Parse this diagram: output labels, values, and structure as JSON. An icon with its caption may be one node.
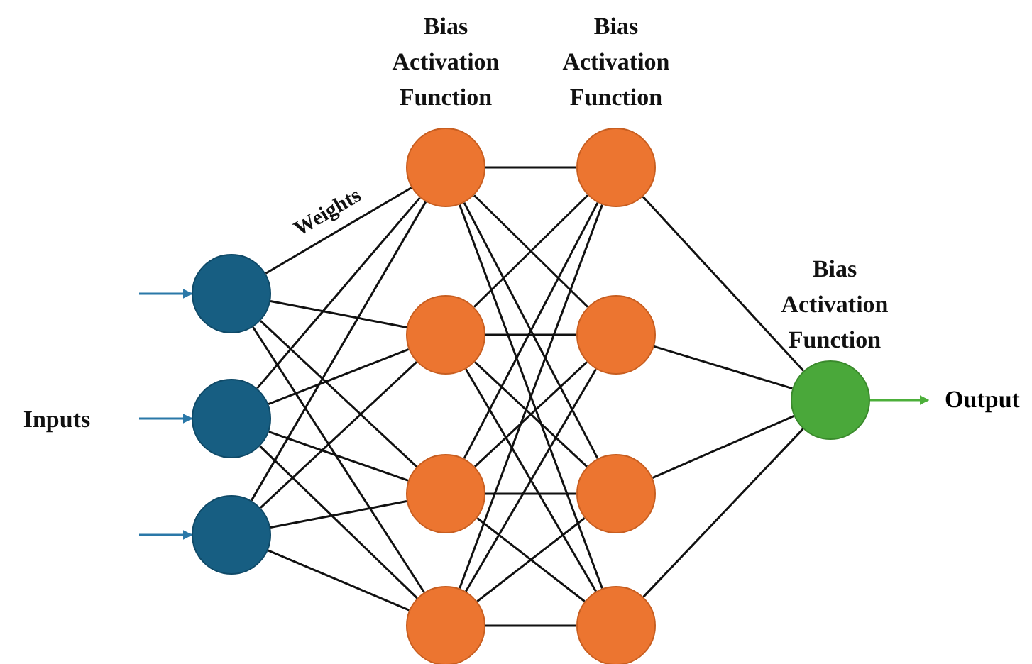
{
  "diagram": {
    "nodes": [
      {
        "text": [],
        "shape": "circle"
      },
      {
        "text": [],
        "shape": "circle"
      },
      {
        "text": [],
        "shape": "circle"
      },
      {
        "text": [],
        "shape": "circle"
      },
      {
        "text": [],
        "shape": "circle"
      },
      {
        "text": [],
        "shape": "circle"
      },
      {
        "text": [],
        "shape": "circle"
      },
      {
        "text": [],
        "shape": "circle"
      },
      {
        "text": [],
        "shape": "circle"
      },
      {
        "text": [],
        "shape": "circle"
      },
      {
        "text": [],
        "shape": "circle"
      },
      {
        "text": [],
        "shape": "circle"
      },
      {
        "text": [
          "Output"
        ]
      }
    ],
    "edges": [
      {
        "from": 0,
        "to": 3,
        "arrow": "none",
        "label": "Weights"
      },
      {
        "from": 0,
        "to": 4,
        "arrow": "none"
      },
      {
        "from": 0,
        "to": 5,
        "arrow": "none"
      },
      {
        "from": 0,
        "to": 6,
        "arrow": "none"
      },
      {
        "from": 1,
        "to": 3,
        "arrow": "none"
      },
      {
        "from": 1,
        "to": 4,
        "arrow": "none"
      },
      {
        "from": 1,
        "to": 5,
        "arrow": "none"
      },
      {
        "from": 1,
        "to": 6,
        "arrow": "none"
      },
      {
        "from": 2,
        "to": 3,
        "arrow": "none"
      },
      {
        "from": 2,
        "to": 4,
        "arrow": "none"
      },
      {
        "from": 2,
        "to": 5,
        "arrow": "none"
      },
      {
        "from": 2,
        "to": 6,
        "arrow": "none"
      },
      {
        "from": 3,
        "to": 7,
        "arrow": "none"
      },
      {
        "from": 3,
        "to": 8,
        "arrow": "none"
      },
      {
        "from": 3,
        "to": 9,
        "arrow": "none"
      },
      {
        "from": 3,
        "to": 10,
        "arrow": "none"
      },
      {
        "from": 4,
        "to": 7,
        "arrow": "none"
      },
      {
        "from": 4,
        "to": 8,
        "arrow": "none"
      },
      {
        "from": 4,
        "to": 9,
        "arrow": "none"
      },
      {
        "from": 4,
        "to": 10,
        "arrow": "none"
      },
      {
        "from": 5,
        "to": 7,
        "arrow": "none"
      },
      {
        "from": 5,
        "to": 8,
        "arrow": "none"
      },
      {
        "from": 5,
        "to": 9,
        "arrow": "none"
      },
      {
        "from": 5,
        "to": 10,
        "arrow": "none"
      },
      {
        "from": 6,
        "to": 7,
        "arrow": "none"
      },
      {
        "from": 6,
        "to": 8,
        "arrow": "none"
      },
      {
        "from": 6,
        "to": 9,
        "arrow": "none"
      },
      {
        "from": 6,
        "to": 10,
        "arrow": "none"
      },
      {
        "from": 7,
        "to": 11,
        "arrow": "none"
      },
      {
        "from": 8,
        "to": 11,
        "arrow": "none"
      },
      {
        "from": 9,
        "to": 11,
        "arrow": "none"
      },
      {
        "from": 10,
        "to": 11,
        "arrow": "none"
      },
      {
        "from": null,
        "to": 0,
        "arrow": "to",
        "color": "#2a78a8"
      },
      {
        "from": null,
        "to": 1,
        "arrow": "to",
        "color": "#2a78a8"
      },
      {
        "from": null,
        "to": 2,
        "arrow": "to",
        "color": "#2a78a8"
      },
      {
        "from": 11,
        "to": 12,
        "arrow": "to",
        "color": "#4caf3a"
      }
    ],
    "labels": [
      "Bias Activation Function",
      "Bias Activation Function",
      "Bias Activation Function",
      "Inputs"
    ]
  }
}
